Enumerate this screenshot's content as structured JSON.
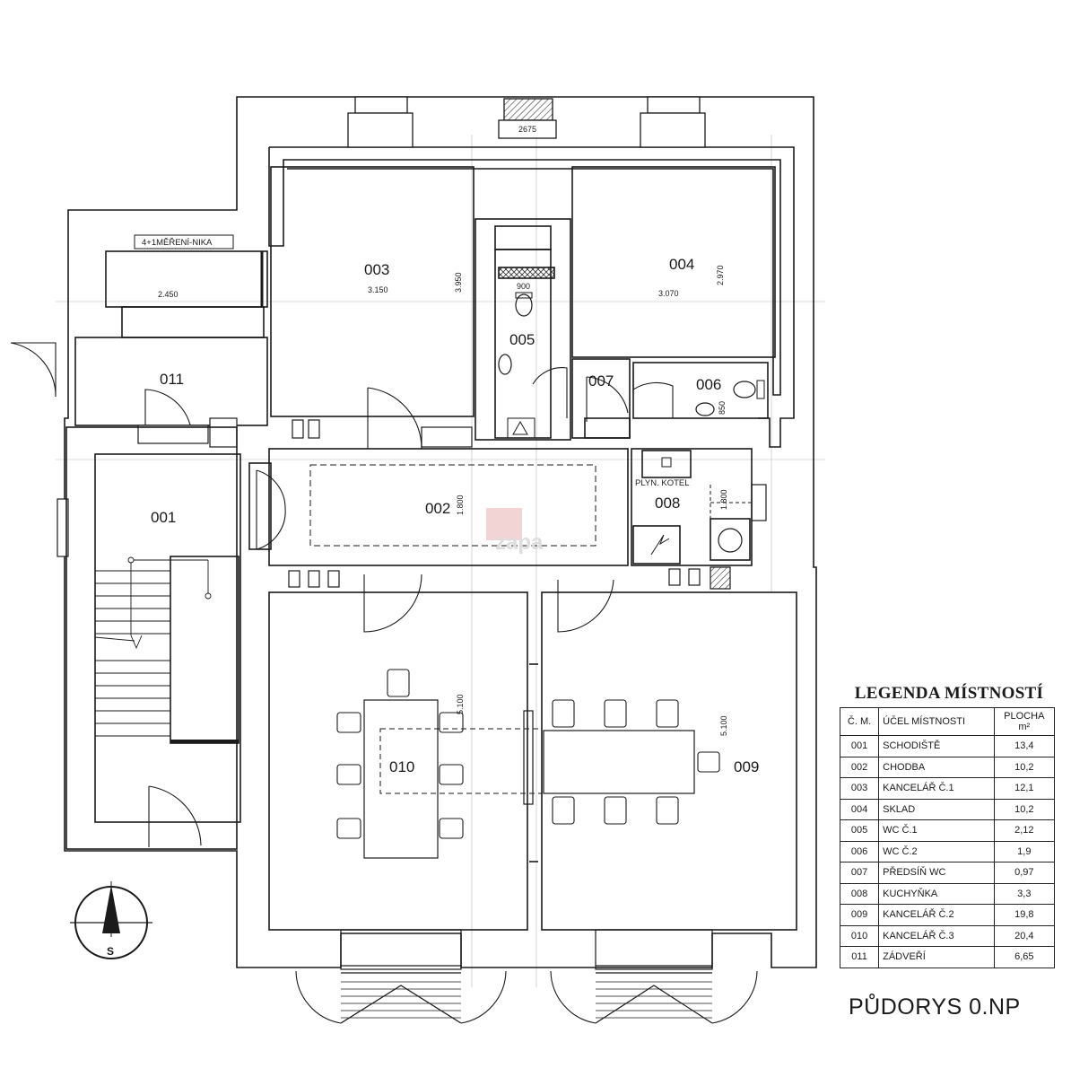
{
  "plan": {
    "rooms": [
      {
        "id": "001",
        "label": "001"
      },
      {
        "id": "002",
        "label": "002"
      },
      {
        "id": "003",
        "label": "003"
      },
      {
        "id": "004",
        "label": "004"
      },
      {
        "id": "005",
        "label": "005"
      },
      {
        "id": "006",
        "label": "006"
      },
      {
        "id": "007",
        "label": "007"
      },
      {
        "id": "008",
        "label": "008"
      },
      {
        "id": "009",
        "label": "009"
      },
      {
        "id": "010",
        "label": "010"
      },
      {
        "id": "011",
        "label": "011"
      }
    ],
    "dimensions": {
      "d2675": "2675",
      "d2450": "2.450",
      "d3150": "3.150",
      "d3950": "3.950",
      "d900": "900",
      "d3070": "3.070",
      "d2970": "2.970",
      "d850": "850",
      "d1800a": "1.800",
      "d1800b": "1.800",
      "d5100a": "5.100",
      "d5100b": "5.100"
    },
    "labels": {
      "niche": "4+1MĚŘENÍ-NIKA",
      "boiler": "PLYN. KOTEL",
      "compass": "S",
      "watermark": "zapa"
    }
  },
  "legend": {
    "title": "LEGENDA MÍSTNOSTÍ",
    "headers": {
      "num": "Č. M.",
      "use": "ÚČEL MÍSTNOSTI",
      "area": "PLOCHA m²"
    },
    "rows": [
      {
        "num": "001",
        "use": "SCHODIŠTĚ",
        "area": "13,4"
      },
      {
        "num": "002",
        "use": "CHODBA",
        "area": "10,2"
      },
      {
        "num": "003",
        "use": "KANCELÁŘ Č.1",
        "area": "12,1"
      },
      {
        "num": "004",
        "use": "SKLAD",
        "area": "10,2"
      },
      {
        "num": "005",
        "use": "WC Č.1",
        "area": "2,12"
      },
      {
        "num": "006",
        "use": "WC Č.2",
        "area": "1,9"
      },
      {
        "num": "007",
        "use": "PŘEDSÍŇ WC",
        "area": "0,97"
      },
      {
        "num": "008",
        "use": "KUCHYŇKA",
        "area": "3,3"
      },
      {
        "num": "009",
        "use": "KANCELÁŘ Č.2",
        "area": "19,8"
      },
      {
        "num": "010",
        "use": "KANCELÁŘ Č.3",
        "area": "20,4"
      },
      {
        "num": "011",
        "use": "ZÁDVEŘÍ",
        "area": "6,65"
      }
    ]
  },
  "title": "PŮDORYS 0.NP",
  "colors": {
    "line": "#1a1a1a",
    "watermark": "#e8b0b0"
  }
}
